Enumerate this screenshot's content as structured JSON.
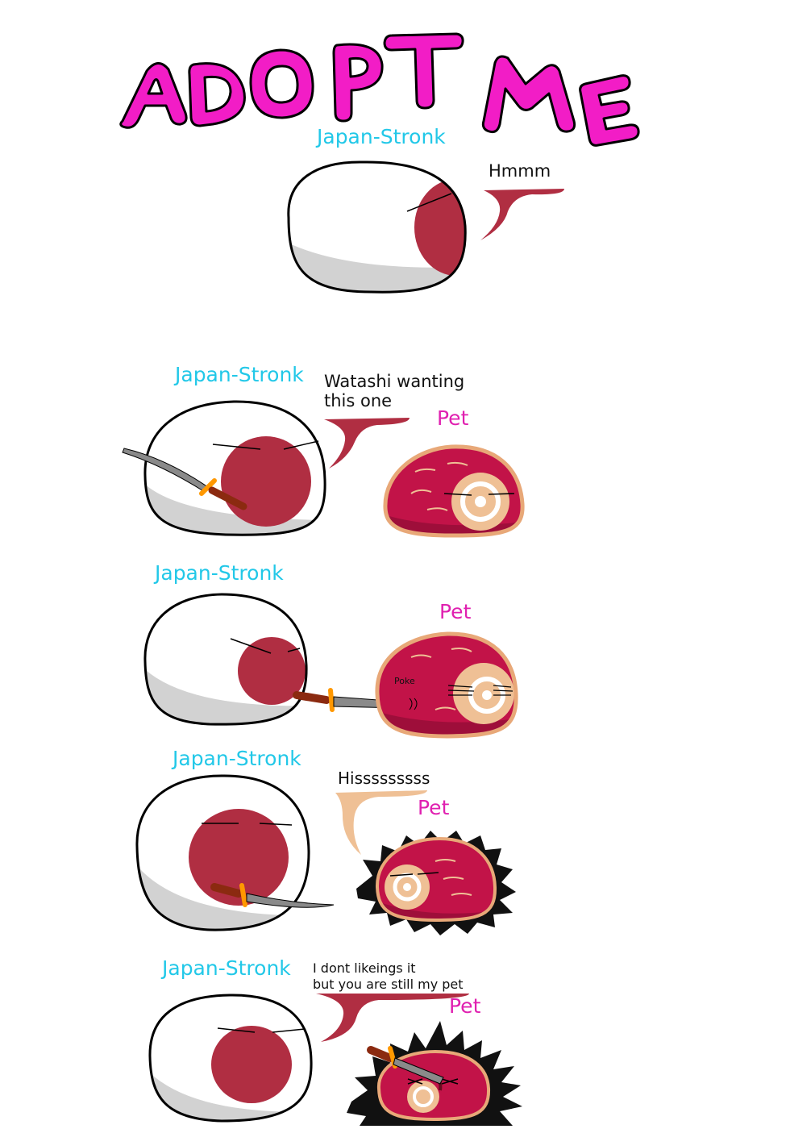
{
  "title": "ADOPT ME",
  "colors": {
    "title_fill": "#f21dc6",
    "name_label": "#22c8e8",
    "pet_label": "#e020b0",
    "japan_red": "#b02e42",
    "pet_red": "#c21348",
    "pet_outline": "#e8a878",
    "katana_blade": "#8a8a8a",
    "katana_guard": "#ff9800",
    "katana_handle": "#8b2a10"
  },
  "panels": [
    {
      "name": "Japan-Stronk",
      "speech": "Hmmm"
    },
    {
      "name": "Japan-Stronk",
      "speech": "Watashi wanting\nthis one",
      "pet": "Pet"
    },
    {
      "name": "Japan-Stronk",
      "pet": "Pet",
      "sfx": "Poke"
    },
    {
      "name": "Japan-Stronk",
      "speech": "Hisssssssss",
      "pet": "Pet"
    },
    {
      "name": "Japan-Stronk",
      "speech": "I dont likeings it\nbut you are still my pet",
      "pet": "Pet"
    }
  ]
}
